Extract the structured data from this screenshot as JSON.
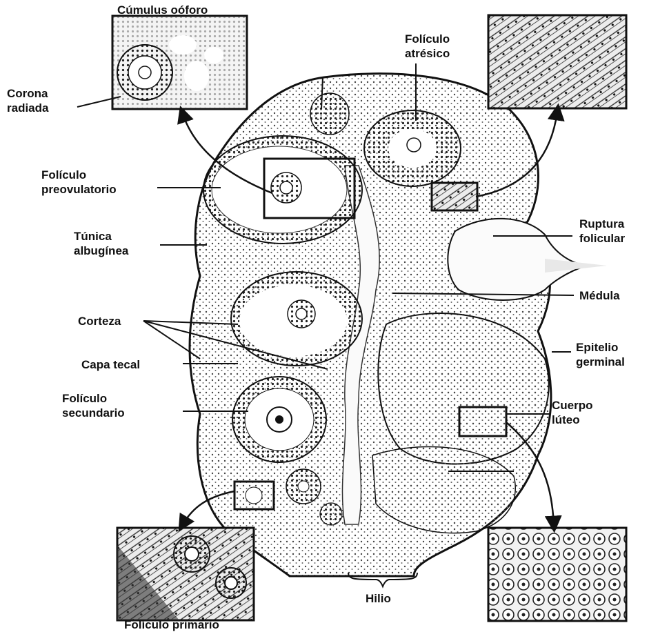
{
  "labels": {
    "cumulus": "Cúmulus oóforo",
    "corona": [
      "Corona",
      "radiada"
    ],
    "atresico": [
      "Folículo",
      "atrésico"
    ],
    "preovulatorio": [
      "Folículo",
      "preovulatorio"
    ],
    "tunica": [
      "Túnica",
      "albugínea"
    ],
    "ruptura": [
      "Ruptura",
      "folicular"
    ],
    "medula": "Médula",
    "corteza": "Corteza",
    "epitelio": [
      "Epitelio",
      "germinal"
    ],
    "capa_tecal": "Capa tecal",
    "secundario": [
      "Folículo",
      "secundario"
    ],
    "cuerpo_luteo": [
      "Cuerpo",
      "lúteo"
    ],
    "hilio": "Hilio",
    "primario": "Folículo primario"
  },
  "colors": {
    "ink": "#111111",
    "tissue": "#f4f4f4",
    "cell": "#333333"
  }
}
